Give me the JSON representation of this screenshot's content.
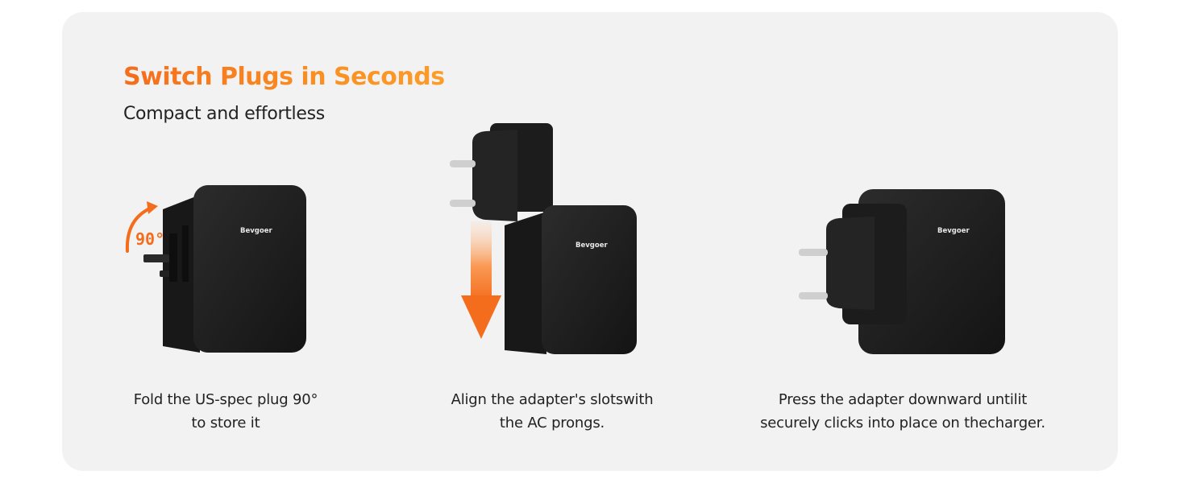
{
  "header": {
    "title": "Switch Plugs in Seconds",
    "subtitle": "Compact and effortless"
  },
  "brand": {
    "name": "Bevgoer"
  },
  "rotation_badge": {
    "label": "90°"
  },
  "steps": [
    {
      "caption_line1": "Fold the US-spec plug 90°",
      "caption_line2": "to store it"
    },
    {
      "caption_line1": "Align the adapter's slotswith",
      "caption_line2": "the AC prongs."
    },
    {
      "caption_line1": "Press the adapter downward untilit",
      "caption_line2": "securely clicks into place on thecharger."
    }
  ],
  "colors": {
    "accent_orange": "#f46d1c",
    "accent_orange_light": "#fd9c2a",
    "card_background": "#f2f2f2",
    "device_body": "#1f1f1f"
  },
  "icons": {
    "rotate": "rotate-90-arrow-icon",
    "down": "down-arrow-icon"
  }
}
